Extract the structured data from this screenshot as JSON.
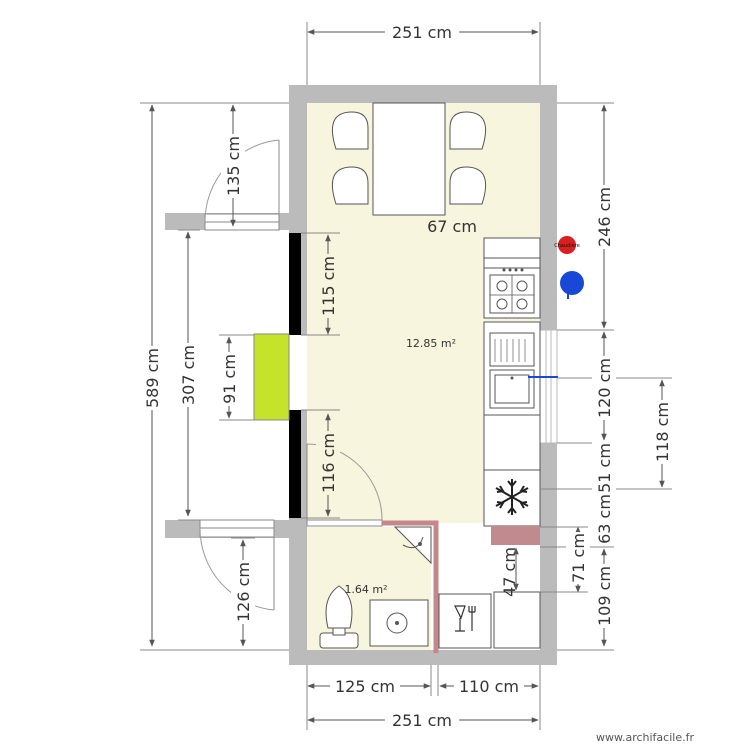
{
  "plan": {
    "dimensions": {
      "top_width": "251 cm",
      "bottom_width": "251 cm",
      "bottom_left": "125 cm",
      "bottom_right": "110 cm",
      "total_height": "589 cm",
      "left_307": "307 cm",
      "door_top": "135 cm",
      "door_bottom": "126 cm",
      "wall_115": "115 cm",
      "wall_116": "116 cm",
      "window_91": "91 cm",
      "right_246": "246 cm",
      "right_120": "120 cm",
      "right_118": "118 cm",
      "right_51": "51 cm",
      "right_63": "63 cm",
      "right_71": "71 cm",
      "right_109": "109 cm",
      "inner_67": "67 cm",
      "inner_47": "47 cm"
    },
    "areas": {
      "kitchen": "12.85 m²",
      "bathroom": "1.64 m²"
    },
    "boiler_label": "Chaudière",
    "credit": "www.archifacile.fr",
    "colors": {
      "wall": "#bbbbbb",
      "floor": "#f7f5dd",
      "window": "#c5e32b",
      "dimension": "#555555",
      "red": "#d92020",
      "blue": "#1947d6",
      "pink": "#c6878c",
      "pink_worktop": "#c08a8f"
    }
  }
}
